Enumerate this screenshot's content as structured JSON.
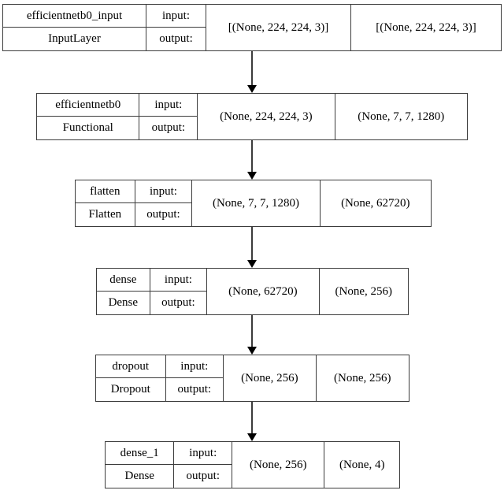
{
  "diagram": {
    "title": "Keras model architecture plot",
    "type": "keras-model-plot",
    "orientation": "top-to-bottom",
    "io_labels": {
      "input": "input:",
      "output": "output:"
    },
    "colors": {
      "border": "#3c3c3c",
      "background": "#ffffff",
      "text": "#000000",
      "arrow": "#000000"
    },
    "nodes": [
      {
        "id": "efficientnetb0_input",
        "name": "efficientnetb0_input",
        "class": "InputLayer",
        "input_shape": "[(None, 224, 224, 3)]",
        "output_shape": "[(None, 224, 224, 3)]"
      },
      {
        "id": "efficientnetb0",
        "name": "efficientnetb0",
        "class": "Functional",
        "input_shape": "(None, 224, 224, 3)",
        "output_shape": "(None, 7, 7, 1280)"
      },
      {
        "id": "flatten",
        "name": "flatten",
        "class": "Flatten",
        "input_shape": "(None, 7, 7, 1280)",
        "output_shape": "(None, 62720)"
      },
      {
        "id": "dense",
        "name": "dense",
        "class": "Dense",
        "input_shape": "(None, 62720)",
        "output_shape": "(None, 256)"
      },
      {
        "id": "dropout",
        "name": "dropout",
        "class": "Dropout",
        "input_shape": "(None, 256)",
        "output_shape": "(None, 256)"
      },
      {
        "id": "dense_1",
        "name": "dense_1",
        "class": "Dense",
        "input_shape": "(None, 256)",
        "output_shape": "(None, 4)"
      }
    ],
    "edges": [
      {
        "from": "efficientnetb0_input",
        "to": "efficientnetb0"
      },
      {
        "from": "efficientnetb0",
        "to": "flatten"
      },
      {
        "from": "flatten",
        "to": "dense"
      },
      {
        "from": "dense",
        "to": "dropout"
      },
      {
        "from": "dropout",
        "to": "dense_1"
      }
    ]
  }
}
